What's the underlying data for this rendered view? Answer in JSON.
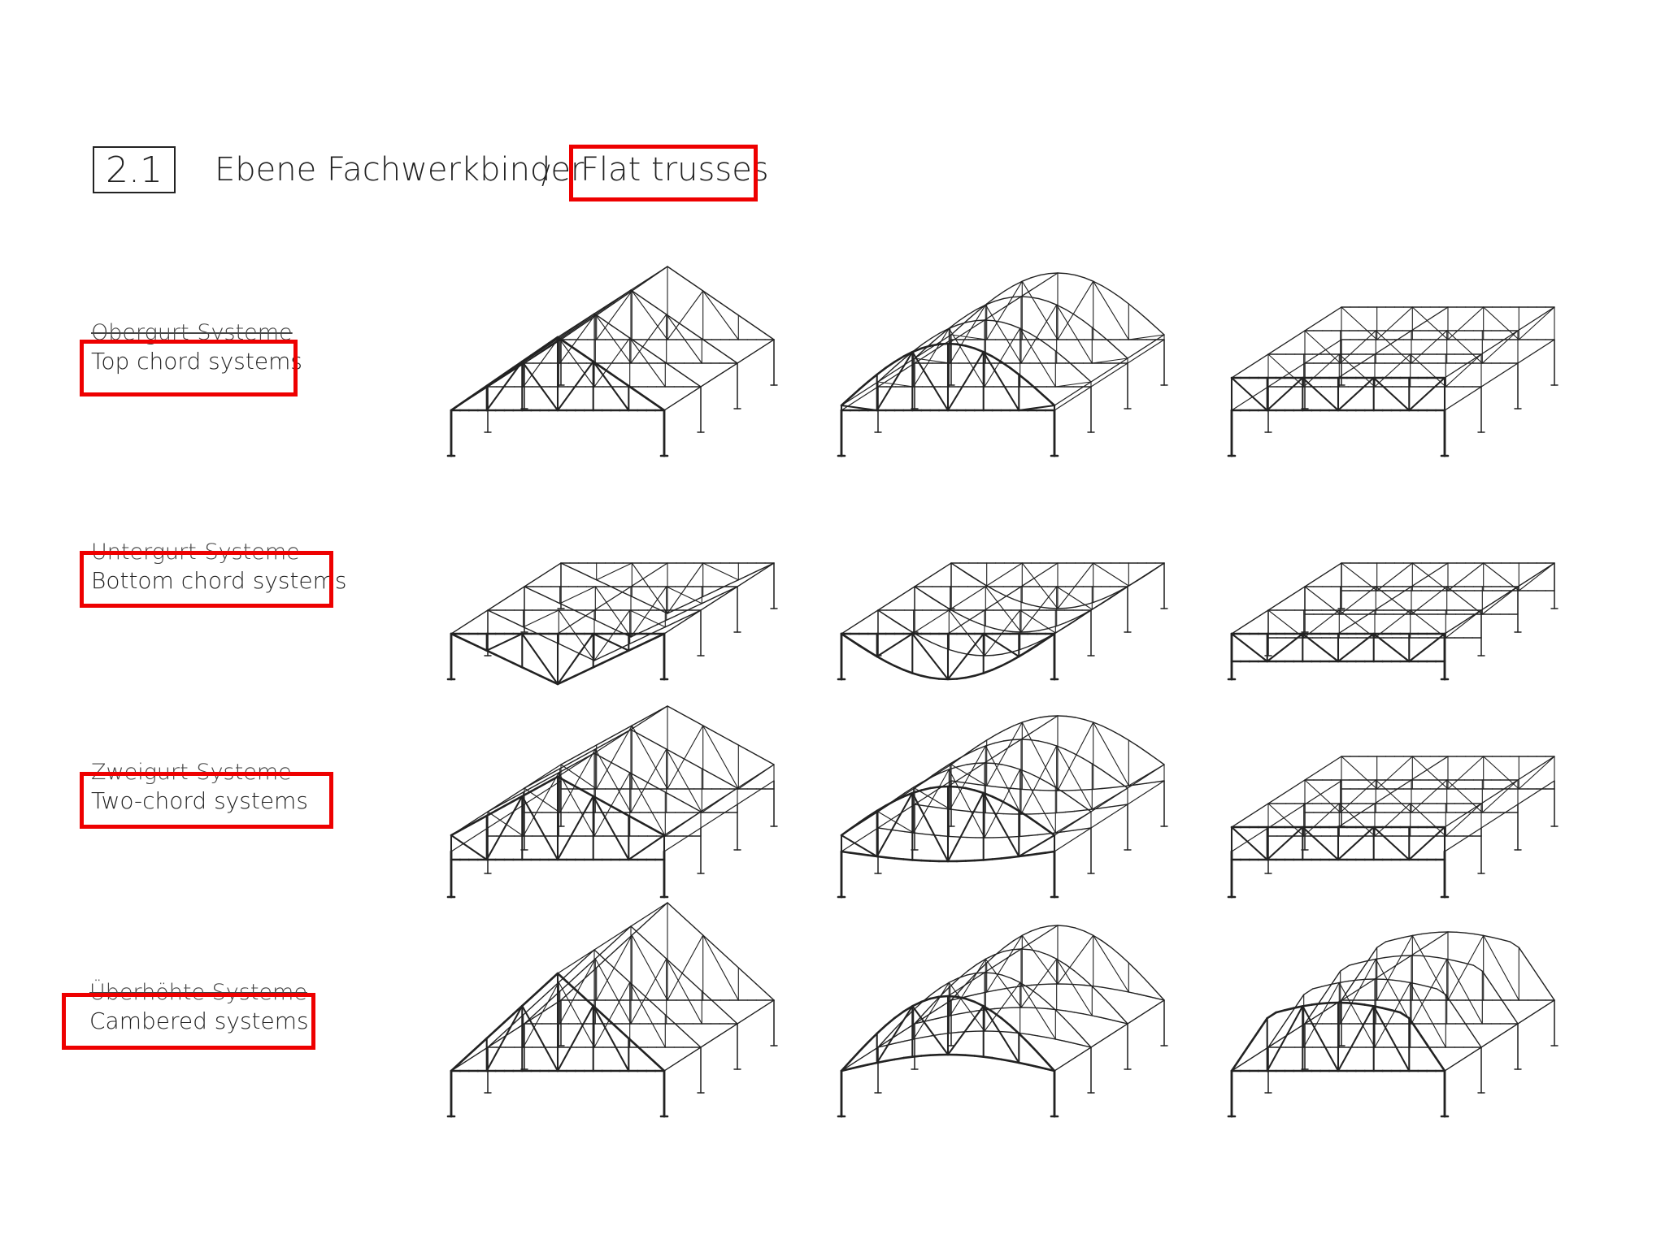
{
  "header": {
    "section_number": "2.1",
    "title_de": "Ebene Fachwerkbinder",
    "separator": "/",
    "title_en": "Flat trusses"
  },
  "rows": [
    {
      "label_de": "Obergurt-Systeme",
      "label_en": "Top chord systems"
    },
    {
      "label_de": "Untergurt-Systeme",
      "label_en": "Bottom chord systems"
    },
    {
      "label_de": "Zweigurt-Systeme",
      "label_en": "Two-chord systems"
    },
    {
      "label_de": "Überhöhte Systeme",
      "label_en": "Cambered systems"
    }
  ],
  "colors": {
    "highlight": "#ee0000",
    "ink": "#222222"
  }
}
